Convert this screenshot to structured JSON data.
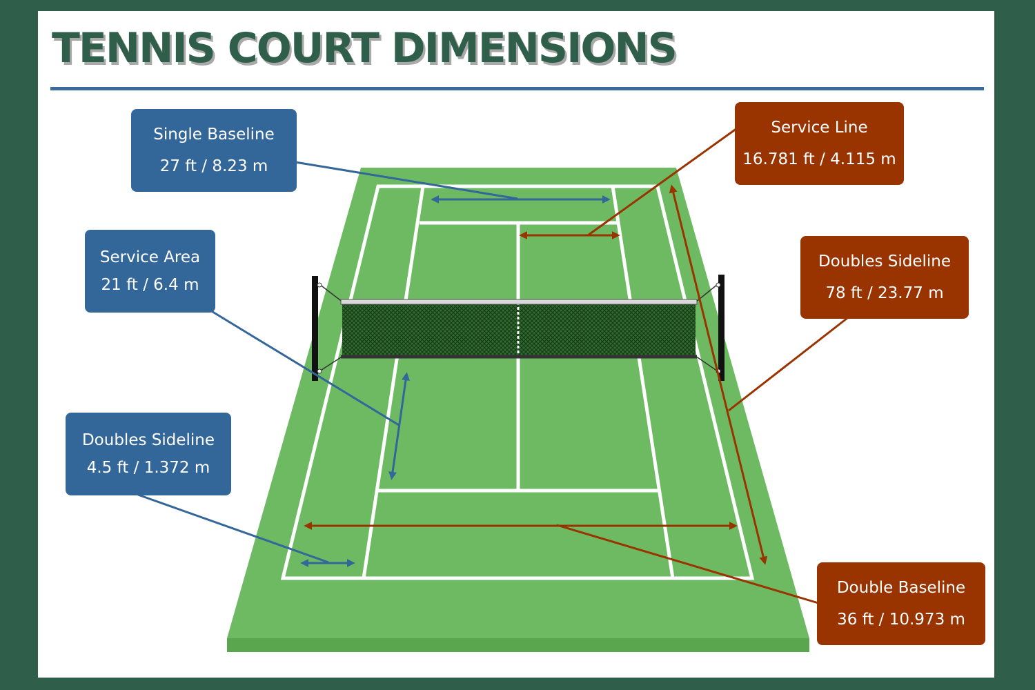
{
  "title": "TENNIS COURT DIMENSIONS",
  "colors": {
    "frame": "#2f5f4a",
    "court_green": "#6dba63",
    "court_base": "#5aa64f",
    "blue_label": "#336699",
    "rust_label": "#993300",
    "title_rule": "#3a6b9a"
  },
  "labels": {
    "single_baseline": {
      "name": "Single Baseline",
      "value": "27 ft / 8.23 m"
    },
    "service_area": {
      "name": "Service Area",
      "value": "21 ft / 6.4 m"
    },
    "alley_width": {
      "name": "Doubles Sideline",
      "value": "4.5 ft / 1.372 m"
    },
    "service_line": {
      "name": "Service Line",
      "value": "16.781 ft / 4.115 m"
    },
    "doubles_sideline": {
      "name": "Doubles Sideline",
      "value": "78 ft / 23.77 m"
    },
    "double_baseline": {
      "name": "Double Baseline",
      "value": "36 ft / 10.973 m"
    }
  }
}
